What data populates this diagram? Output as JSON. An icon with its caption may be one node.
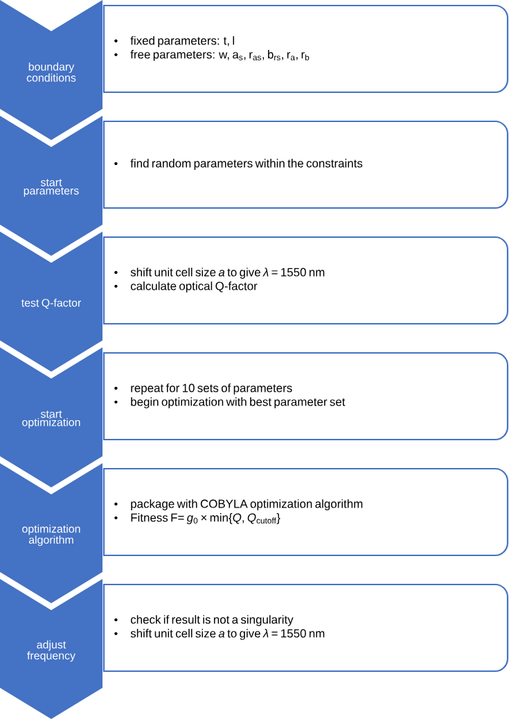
{
  "diagram": {
    "nodes": [
      {
        "text": [
          "boundary conditions"
        ]
      },
      {
        "text": [
          "fixed parameters: t, l",
          "free parameters: w, a$_{s}$, r$_{as}$, b$_{rs}$, r$_{a}$, r$_{b}$"
        ]
      },
      {
        "text": [
          "start parameters"
        ]
      },
      {
        "text": [
          "find random parameters within the constraints"
        ]
      },
      {
        "text": [
          "test Q-factor"
        ]
      },
      {
        "text": [
          "shift unit cell size *a* to give *λ* = 1550 nm",
          "calculate optical Q-factor"
        ]
      },
      {
        "text": [
          "start optimization"
        ]
      },
      {
        "text": [
          "repeat for 10 sets of parameters",
          "begin optimization with best parameter set"
        ]
      },
      {
        "text": [
          "optimization algorithm"
        ]
      },
      {
        "text": [
          "package with COBYLA optimization algorithm",
          "Fitness F= *g*$_{0}$ × min{*Q*, *Q*$_{cutoff}$}"
        ]
      },
      {
        "text": [
          "adjust frequency"
        ]
      },
      {
        "text": [
          "check if result is not a singularity",
          "shift unit cell size *a* to give *λ* = 1550 nm"
        ]
      }
    ]
  }
}
